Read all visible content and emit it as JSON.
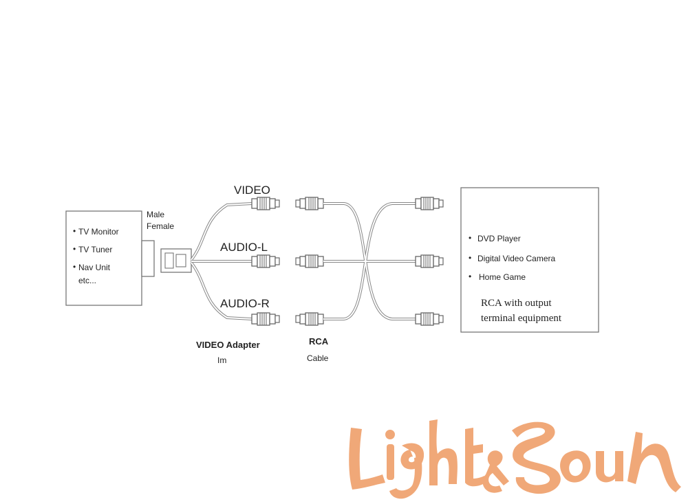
{
  "left_box": {
    "items": [
      "TV Monitor",
      "TV Tuner",
      "Nav Unit"
    ],
    "extra": "etc..."
  },
  "connector_labels": {
    "male": "Male",
    "female": "Female"
  },
  "cables": {
    "video": "VIDEO",
    "audio_l": "AUDIO-L",
    "audio_r": "AUDIO-R"
  },
  "captions": {
    "adapter": "VIDEO Adapter",
    "adapter_sub": "Im",
    "rca": "RCA",
    "rca_sub": "Cable"
  },
  "right_box": {
    "items": [
      "DVD Player",
      "Digital Video Camera",
      "Home Game"
    ],
    "note_line1": "RCA with output",
    "note_line2": "terminal equipment"
  },
  "logo": {
    "text": "Light&Sound",
    "color": "#f0a878"
  }
}
